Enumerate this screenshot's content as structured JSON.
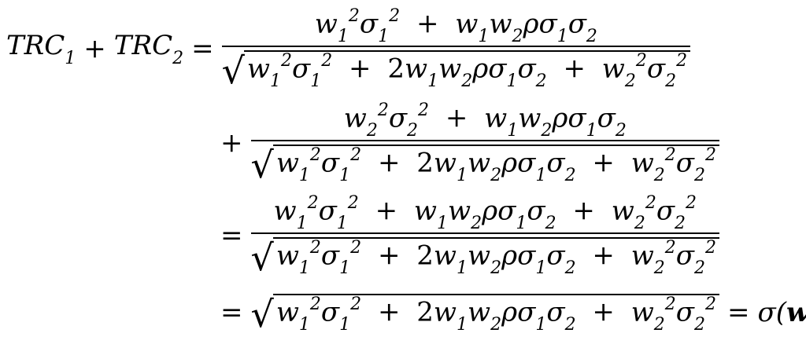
{
  "equation": {
    "lhs_term1": "TRC",
    "lhs_sub1": "1",
    "plus": "+",
    "lhs_term2": "TRC",
    "lhs_sub2": "2",
    "equals": "=",
    "w": "w",
    "sigma": "σ",
    "rho": "ρ",
    "two": "2",
    "one": "1",
    "sq": "2",
    "coef2": "2",
    "sigma_w": "σ(",
    "bold_w": "w",
    "close_paren": ")"
  }
}
